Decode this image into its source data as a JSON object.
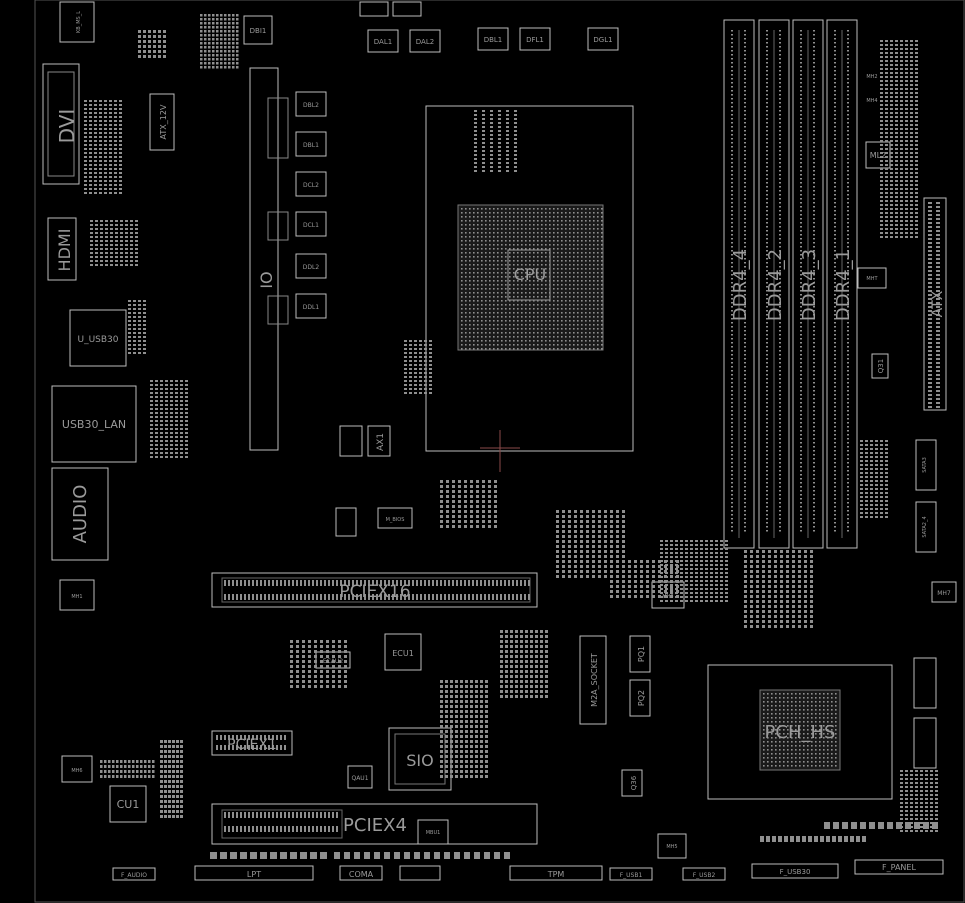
{
  "connectors": {
    "dvi": "DVI",
    "hdmi": "HDMI",
    "usb30": "U_USB30",
    "usb30_lan": "USB30_LAN",
    "audio": "AUDIO",
    "atx_12v": "ATX_12V",
    "atx": "ATX",
    "io": "IO",
    "kbms": "KB_MS_L"
  },
  "memory": {
    "slots": [
      "DDR4_4",
      "DDR4_2",
      "DDR4_3",
      "DDR4_1"
    ]
  },
  "expansion": {
    "pciex16": "PCIEX16",
    "pciex1": "PCIEX1",
    "pciex4": "PCIEX4",
    "m2a_socket": "M2A_SOCKET"
  },
  "chips": {
    "cpu": "CPU",
    "sio": "SIO",
    "pch": "PCH_HS",
    "ecu1": "ECU1",
    "cu1": "CU1",
    "ax1": "AX1",
    "ml2": "ML2",
    "q31": "Q31",
    "q36": "Q36",
    "ecau2": "ECAU2",
    "qau1": "QAU1",
    "mbu1": "MBU1",
    "dbi1": "DBI1",
    "m_bios": "M_BIOS",
    "pq1": "PQ1",
    "pq2": "PQ2",
    "mh1": "MH1",
    "mh3": "MH3",
    "mh5": "MH5",
    "mh6": "MH6",
    "mh7": "MH7",
    "mh2": "MH2",
    "mh4": "MH4",
    "mht": "MHT"
  },
  "inductors": {
    "top": [
      "DAL1",
      "DAL2",
      "DBL1",
      "DFL1",
      "DGL1"
    ],
    "vrm": [
      "DBL2",
      "DBL1",
      "DCL2",
      "DCL1",
      "DDL2",
      "DDL1"
    ]
  },
  "headers": {
    "f_audio": "F_AUDIO",
    "lpt": "LPT",
    "coma": "COMA",
    "tpm": "TPM",
    "f_usb1": "F_USB1",
    "f_usb2": "F_USB2",
    "f_usb30": "F_USB30",
    "f_panel": "F_PANEL",
    "sata": "SATA3",
    "sata2": "SATA2_4"
  },
  "colors": {
    "background": "#000000",
    "outline": "#bdbdbd",
    "label": "#9a9a9a",
    "marker": "#8a4a4a"
  }
}
